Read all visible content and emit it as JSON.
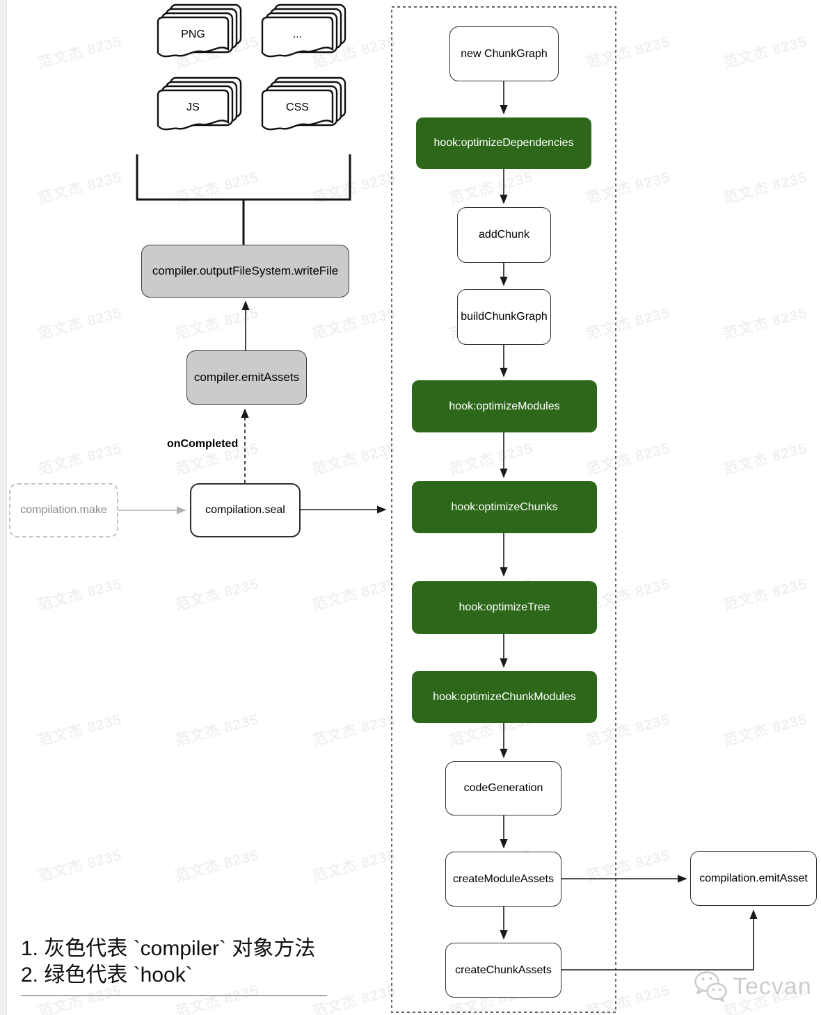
{
  "diagram": {
    "file_stacks": [
      {
        "label": "PNG"
      },
      {
        "label": "..."
      },
      {
        "label": "JS"
      },
      {
        "label": "CSS"
      }
    ],
    "nodes": {
      "write_file": {
        "label": "compiler.outputFileSystem.writeFile",
        "type": "compiler-gray"
      },
      "emit_assets": {
        "label": "compiler.emitAssets",
        "type": "compiler-gray"
      },
      "make": {
        "label": "compilation.make",
        "type": "dashed-ghost"
      },
      "seal": {
        "label": "compilation.seal",
        "type": "plain"
      },
      "new_chunk_graph": {
        "label": "new ChunkGraph",
        "type": "plain"
      },
      "optimize_dependencies": {
        "label": "hook:optimizeDependencies",
        "type": "hook-green"
      },
      "add_chunk": {
        "label": "addChunk",
        "type": "plain"
      },
      "build_chunk_graph": {
        "label": "buildChunkGraph",
        "type": "plain"
      },
      "optimize_modules": {
        "label": "hook:optimizeModules",
        "type": "hook-green"
      },
      "optimize_chunks": {
        "label": "hook:optimizeChunks",
        "type": "hook-green"
      },
      "optimize_tree": {
        "label": "hook:optimizeTree",
        "type": "hook-green"
      },
      "optimize_chunk_modules": {
        "label": "hook:optimizeChunkModules",
        "type": "hook-green"
      },
      "code_generation": {
        "label": "codeGeneration",
        "type": "plain"
      },
      "create_module_assets": {
        "label": "createModuleAssets",
        "type": "plain"
      },
      "create_chunk_assets": {
        "label": "createChunkAssets",
        "type": "plain"
      },
      "emit_asset": {
        "label": "compilation.emitAsset",
        "type": "plain"
      }
    },
    "edge_labels": {
      "on_completed": "onCompleted"
    }
  },
  "legend": {
    "line1": "1. 灰色代表 `compiler` 对象方法",
    "line2": "2. 绿色代表 `hook`"
  },
  "watermark": {
    "text": "范文杰 8235"
  },
  "brand": {
    "name": "Tecvan",
    "icon": "wechat-icon"
  },
  "colors": {
    "hook_green": "#2d681a",
    "compiler_gray": "#cbcbcb"
  }
}
